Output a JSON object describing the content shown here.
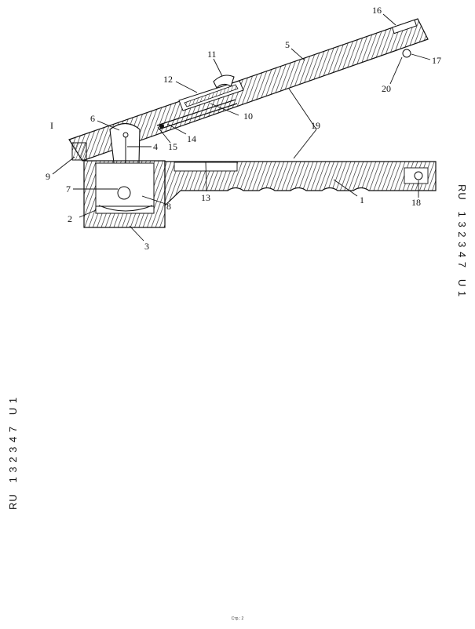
{
  "document": {
    "side_code_right": "RU   1 3 2 3 4 7   U 1",
    "side_code_left": "RU   1 3 2 3 4 7   U 1",
    "page_footer": "Стр.: 2"
  },
  "figure": {
    "section_marker": "I",
    "callouts": [
      "1",
      "2",
      "3",
      "4",
      "5",
      "6",
      "7",
      "8",
      "9",
      "10",
      "11",
      "12",
      "13",
      "14",
      "15",
      "16",
      "17",
      "18",
      "19",
      "20"
    ]
  }
}
